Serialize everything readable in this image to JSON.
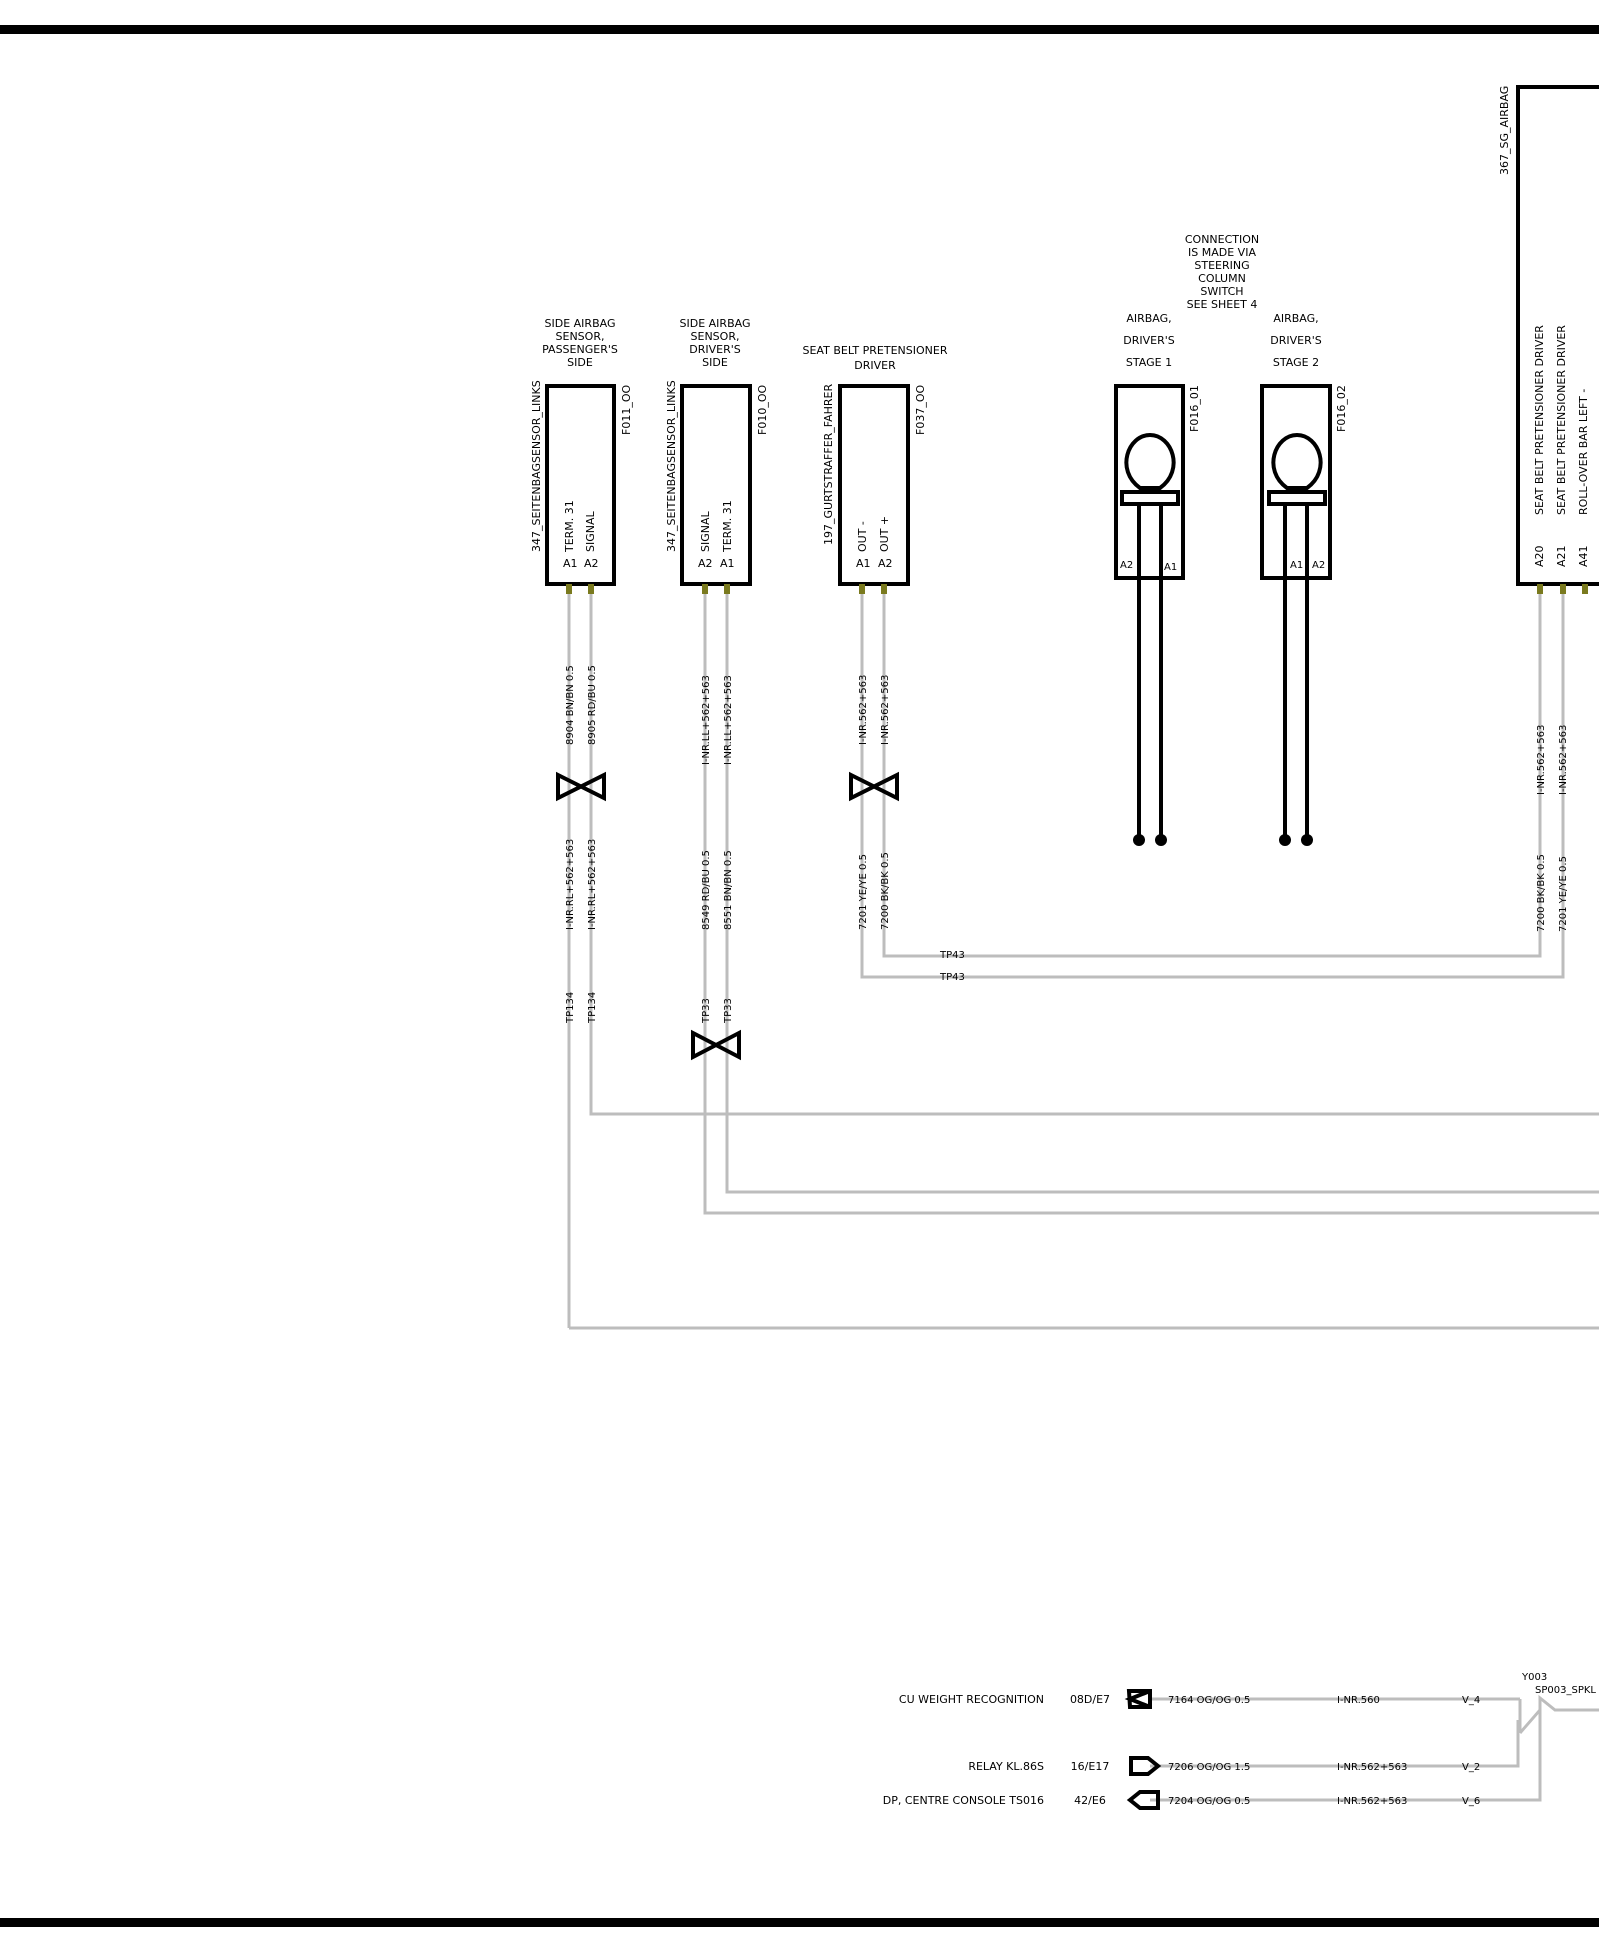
{
  "components": {
    "side_airbag_passenger": {
      "caption": [
        "SIDE AIRBAG",
        "SENSOR,",
        "PASSENGER'S",
        "SIDE"
      ],
      "name": "347_SEITENBAGSENSOR_LINKS",
      "ref": "F011_OO",
      "pins": [
        "TERM. 31",
        "SIGNAL"
      ],
      "pin_ids": [
        "A1",
        "A2"
      ],
      "wires_top": [
        "8904 BN/BN 0.5",
        "8905 RD/BU 0.5"
      ],
      "wires_bottom": [
        "I-NR.RL+562+563",
        "I-NR.RL+562+563"
      ],
      "tp": [
        "TP134",
        "TP134"
      ]
    },
    "side_airbag_driver": {
      "caption": [
        "SIDE AIRBAG",
        "SENSOR,",
        "DRIVER'S",
        "SIDE"
      ],
      "name": "347_SEITENBAGSENSOR_LINKS",
      "ref": "F010_OO",
      "pins": [
        "SIGNAL",
        "TERM. 31"
      ],
      "pin_ids": [
        "A2",
        "A1"
      ],
      "wires_top": [
        "I-NR.LL+562+563",
        "I-NR.LL+562+563"
      ],
      "wires_bottom": [
        "8549 RD/BU 0.5",
        "8551 BN/BN 0.5"
      ],
      "tp": [
        "TP33",
        "TP33"
      ]
    },
    "pretensioner": {
      "caption": [
        "SEAT BELT PRETENSIONER",
        "DRIVER"
      ],
      "name": "197_GURTSTRAFFER_FAHRER",
      "ref": "F037_OO",
      "pins": [
        "OUT  -",
        "OUT  +"
      ],
      "pin_ids": [
        "A1",
        "A2"
      ],
      "wires_top": [
        "I-NR.562+563",
        "I-NR.562+563"
      ],
      "wires_bottom": [
        "7201 YE/YE 0.5",
        "7200 BK/BK 0.5"
      ],
      "tp": [
        "TP43",
        "TP43"
      ]
    },
    "airbag_stage1": {
      "caption": [
        "AIRBAG,",
        "DRIVER'S",
        "STAGE 1"
      ],
      "ref": "F016_01",
      "pin_ids": [
        "A2",
        "A1"
      ]
    },
    "airbag_stage2": {
      "caption": [
        "AIRBAG,",
        "DRIVER'S",
        "STAGE 2"
      ],
      "ref": "F016_02",
      "pin_ids": [
        "A1",
        "A2"
      ]
    },
    "connection_note": [
      "CONNECTION",
      "IS MADE VIA",
      "STEERING",
      "COLUMN",
      "SWITCH",
      "SEE SHEET 4"
    ],
    "control_unit": {
      "name": "367_SG_AIRBAG",
      "pins": [
        "SEAT BELT PRETENSIONER DRIVER",
        "SEAT BELT PRETENSIONER DRIVER",
        "ROLL-OVER BAR LEFT -"
      ],
      "pin_ids": [
        "A20",
        "A21",
        "A41"
      ],
      "wires_top": [
        "I-NR.562+563",
        "I-NR.562+563"
      ],
      "wires_bottom": [
        "7200 BK/BK 0.5",
        "7201 YE/YE 0.5"
      ]
    }
  },
  "connectors": [
    {
      "target": "CU WEIGHT RECOGNITION",
      "pin": "08D/E7",
      "wire": "7164 OG/OG 0.5",
      "harness": "I-NR.560",
      "v": "V_4"
    },
    {
      "target": "RELAY KL.86S",
      "pin": "16/E17",
      "wire": "7206 OG/OG 1.5",
      "harness": "I-NR.562+563",
      "v": "V_2"
    },
    {
      "target": "DP, CENTRE CONSOLE TS016",
      "pin": "42/E6",
      "wire": "7204 OG/OG 0.5",
      "harness": "I-NR.562+563",
      "v": "V_6"
    }
  ],
  "splice": {
    "id": "Y003",
    "name": "SP003_SPKL"
  }
}
